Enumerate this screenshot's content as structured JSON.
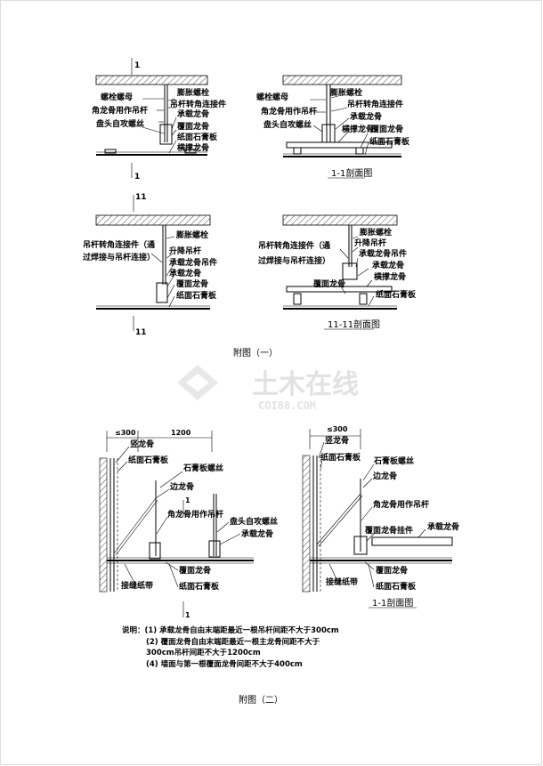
{
  "figure1": {
    "section_a_marks": {
      "top": "1",
      "bottom": "1"
    },
    "section_a_labels": [
      "螺栓螺母",
      "膨胀螺栓",
      "角龙骨用作吊杆",
      "吊杆转角连接件",
      "盘头自攻螺丝",
      "承载龙骨",
      "覆面龙骨",
      "纸面石膏板",
      "横撑龙骨"
    ],
    "section_b_labels": [
      "螺栓螺母",
      "膨胀螺栓",
      "角龙骨用作吊杆",
      "吊杆转角连接件",
      "承载龙骨",
      "盘头自攻螺丝",
      "横撑龙骨",
      "覆面龙骨",
      "纸面石膏板"
    ],
    "section_b_caption": "1-1剖面图",
    "section_c_marks": {
      "top": "11",
      "bottom": "11"
    },
    "section_c_labels": [
      "膨胀螺栓",
      "吊杆转角连接件（通",
      "过焊接与吊杆连接）",
      "升降吊杆",
      "承载龙骨吊件",
      "承载龙骨",
      "覆面龙骨",
      "纸面石膏板"
    ],
    "section_d_labels": [
      "膨胀螺栓",
      "吊杆转角连接件（通",
      "升降吊杆",
      "过焊接与吊杆连接）",
      "承载龙骨吊件",
      "承载龙骨",
      "横撑龙骨",
      "覆面龙骨",
      "纸面石膏板"
    ],
    "section_d_caption": "11-11剖面图",
    "caption": "附图（一）"
  },
  "watermark": {
    "main": "土木在线",
    "sub": "COI88.COM"
  },
  "figure2": {
    "left_dims": {
      "d1": "≤300",
      "d2": "1200"
    },
    "left_marks": {
      "top": "1",
      "bottom": "1"
    },
    "left_labels": [
      "竖龙骨",
      "纸面石膏板",
      "石膏板螺丝",
      "边龙骨",
      "角龙骨用作吊杆",
      "盘头自攻螺丝",
      "承载龙骨",
      "覆面龙骨",
      "接缝纸带",
      "纸面石膏板"
    ],
    "right_dims": {
      "d1": "≤300"
    },
    "right_labels": [
      "竖龙骨",
      "纸面石膏板",
      "石膏板螺丝",
      "边龙骨",
      "角龙骨用作吊杆",
      "覆面龙骨挂件",
      "承载龙骨",
      "覆面龙骨",
      "接缝纸带",
      "纸面石膏板"
    ],
    "right_caption": "1-1剖面图",
    "notes": [
      "说明：(1) 承载龙骨自由末端距最近一根吊杆间距不大于300cm",
      "(2) 覆面龙骨自由末端距最近一根主龙骨间距不大于",
      "300cm吊杆间距不大于1200cm",
      "(4) 墙面与第一根覆面龙骨间距不大于400cm"
    ],
    "caption": "附图（二）"
  }
}
